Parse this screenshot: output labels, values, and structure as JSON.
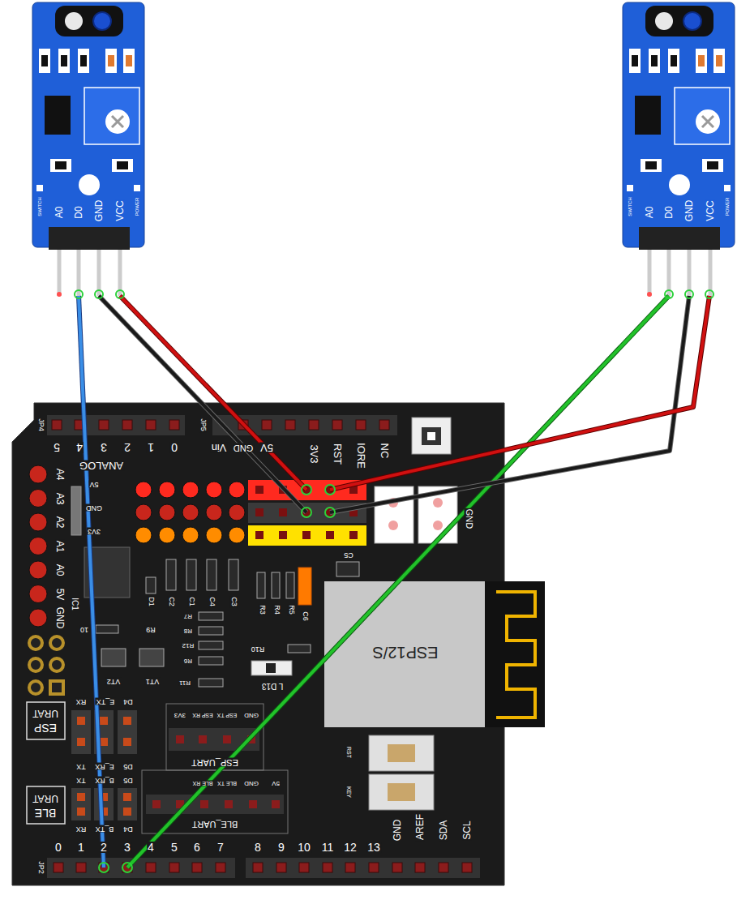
{
  "diagram": {
    "nodes": [
      {
        "text": [
          "A0",
          "D0",
          "GND",
          "VCC",
          "SWITCH",
          "POWER"
        ]
      },
      {
        "text": [
          "A0",
          "D0",
          "GND",
          "VCC",
          "SWITCH",
          "POWER"
        ]
      },
      {
        "text": [
          "JP4",
          "5",
          "4",
          "3",
          "2",
          "1",
          "0",
          "ANALOG",
          "JP5",
          "Vin",
          "GND",
          "5V",
          "3V3",
          "RST",
          "IORE",
          "NC",
          "5V",
          "GND",
          "3V3",
          "A4",
          "A3",
          "A2",
          "A1",
          "A0",
          "5V",
          "GND",
          "IC1",
          "D1",
          "C2",
          "C1",
          "C4",
          "C3",
          "R3",
          "R4",
          "R5",
          "C6",
          "C5",
          "10",
          "R9",
          "R7",
          "R8",
          "R12",
          "R10",
          "R6",
          "VT2",
          "VT1",
          "L D13",
          "R11",
          "ESP12/S",
          "URAT",
          "ESP",
          "RX",
          "E_TX",
          "D4",
          "3V3",
          "ESP RX",
          "ESP TX",
          "GND",
          "ESP_UART",
          "TX",
          "E_RX",
          "D5",
          "TX",
          "B_RX",
          "D5",
          "5V",
          "GND",
          "BLE TX",
          "BLE RX",
          "BLE_UART",
          "URAT",
          "BLE",
          "RX",
          "B_TX",
          "D4",
          "RST",
          "KEY",
          "GND",
          "JP2",
          "0",
          "1",
          "2",
          "3",
          "4",
          "5",
          "6",
          "7",
          "8",
          "9",
          "10",
          "11",
          "12",
          "13",
          "GND",
          "AREF",
          "SDA",
          "SCL"
        ]
      }
    ],
    "edges": [
      {
        "from": 0,
        "to": 2,
        "arrow": "none"
      },
      {
        "from": 0,
        "to": 2,
        "arrow": "none"
      },
      {
        "from": 0,
        "to": 2,
        "arrow": "none"
      },
      {
        "from": 1,
        "to": 2,
        "arrow": "none"
      },
      {
        "from": 1,
        "to": 2,
        "arrow": "none"
      },
      {
        "from": 1,
        "to": 2,
        "arrow": "none"
      }
    ]
  }
}
